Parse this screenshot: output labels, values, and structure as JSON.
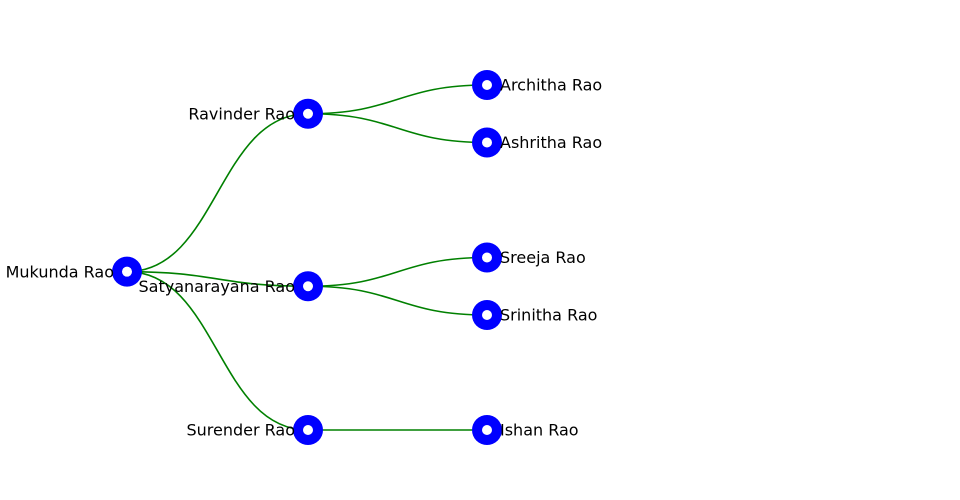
{
  "colors": {
    "node": "#0000ff",
    "node_center": "#ffffff",
    "link": "#008000",
    "label": "#000000",
    "background": "#ffffff"
  },
  "tree": {
    "name": "Mukunda Rao",
    "children": [
      {
        "name": "Ravinder Rao",
        "children": [
          {
            "name": "Architha Rao"
          },
          {
            "name": "Ashritha Rao"
          }
        ]
      },
      {
        "name": "Satyanarayana Rao",
        "children": [
          {
            "name": "Sreeja Rao"
          },
          {
            "name": "Srinitha Rao"
          }
        ]
      },
      {
        "name": "Surender Rao",
        "children": [
          {
            "name": "Ishan Rao"
          }
        ]
      }
    ]
  }
}
